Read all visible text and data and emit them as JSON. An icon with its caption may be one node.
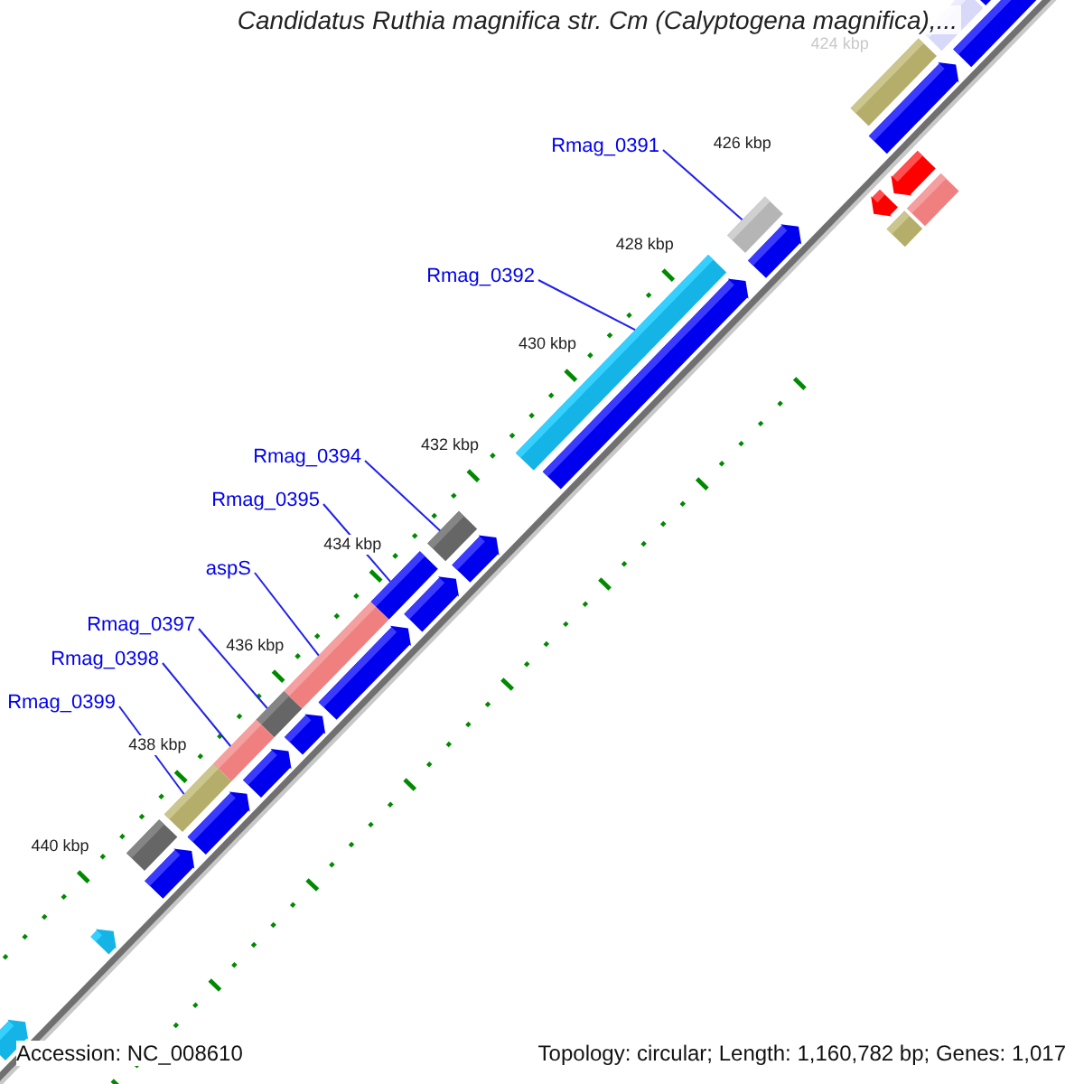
{
  "diagram": {
    "title": "Candidatus Ruthia magnifica str. Cm (Calyptogena magnifica),...",
    "nodes": [
      {
        "text": [
          "Rmag_0391"
        ]
      },
      {
        "text": [
          "Rmag_0392"
        ]
      },
      {
        "text": [
          "Rmag_0394"
        ]
      },
      {
        "text": [
          "Rmag_0395"
        ]
      },
      {
        "text": [
          "aspS"
        ]
      },
      {
        "text": [
          "Rmag_0397"
        ]
      },
      {
        "text": [
          "Rmag_0398"
        ]
      },
      {
        "text": [
          "Rmag_0399"
        ]
      },
      {
        "text": [],
        "shape": "bar"
      },
      {
        "text": [],
        "shape": "bar"
      },
      {
        "text": [],
        "shape": "bar"
      },
      {
        "text": [],
        "shape": "bar"
      },
      {
        "text": [],
        "shape": "bar"
      },
      {
        "text": [],
        "shape": "bar"
      },
      {
        "text": [],
        "shape": "bar"
      },
      {
        "text": [],
        "shape": "bar"
      },
      {
        "text": [],
        "shape": "bar"
      }
    ],
    "edges": [
      {
        "from": 0,
        "to": 8,
        "arrow": "none"
      },
      {
        "from": 1,
        "to": 9,
        "arrow": "none"
      },
      {
        "from": 2,
        "to": 10,
        "arrow": "none"
      },
      {
        "from": 3,
        "to": 11,
        "arrow": "none"
      },
      {
        "from": 4,
        "to": 12,
        "arrow": "none"
      },
      {
        "from": 5,
        "to": 13,
        "arrow": "none"
      },
      {
        "from": 6,
        "to": 14,
        "arrow": "none"
      },
      {
        "from": 7,
        "to": 15,
        "arrow": "none"
      }
    ],
    "labels": [
      "424 kbp",
      "426 kbp",
      "428 kbp",
      "430 kbp",
      "432 kbp",
      "434 kbp",
      "436 kbp",
      "438 kbp",
      "440 kbp",
      "Accession: NC_008610",
      "Topology: circular; Length: 1,160,782 bp; Genes: 1,017"
    ]
  }
}
